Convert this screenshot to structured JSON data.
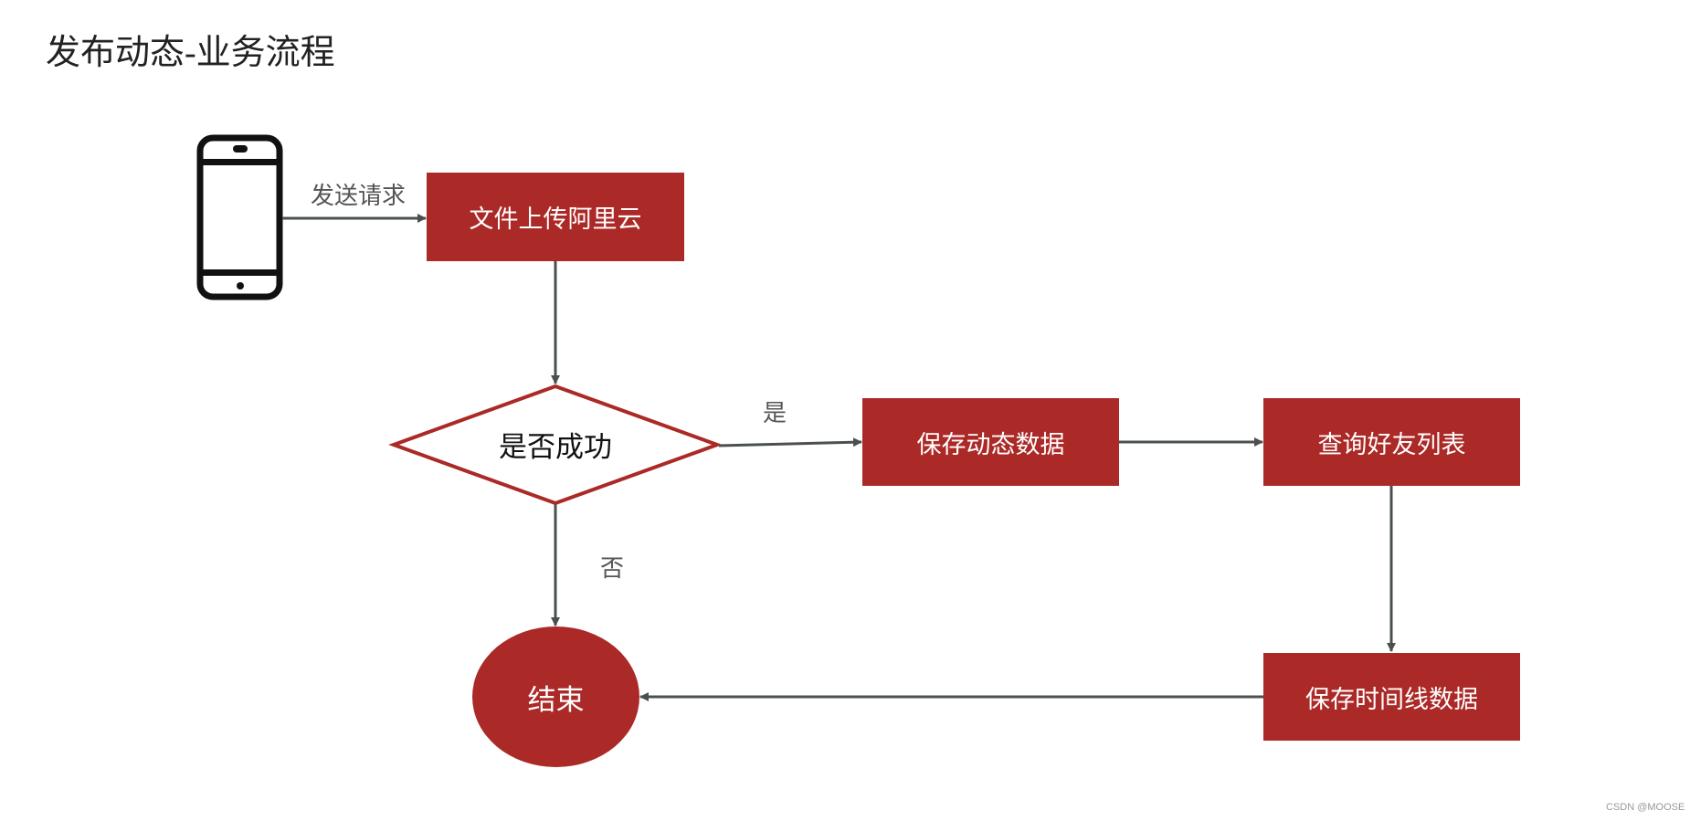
{
  "title": "发布动态-业务流程",
  "edges": {
    "send_request": "发送请求",
    "yes": "是",
    "no": "否"
  },
  "nodes": {
    "upload": "文件上传阿里云",
    "decision": "是否成功",
    "save_post": "保存动态数据",
    "query_friends": "查询好友列表",
    "save_timeline": "保存时间线数据",
    "end": "结束"
  },
  "watermark": "CSDN @MOOSE",
  "colors": {
    "node": "#ab2926",
    "line": "#4a5050"
  }
}
